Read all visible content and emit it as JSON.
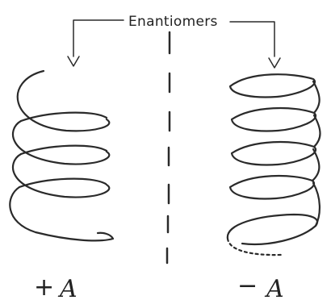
{
  "header_label": "Enantiomers",
  "left_label": {
    "sign": "+",
    "letter": "A"
  },
  "right_label": {
    "sign": "−",
    "letter": "A"
  },
  "colors": {
    "ink": "#2a2a2a",
    "background": "#ffffff"
  }
}
